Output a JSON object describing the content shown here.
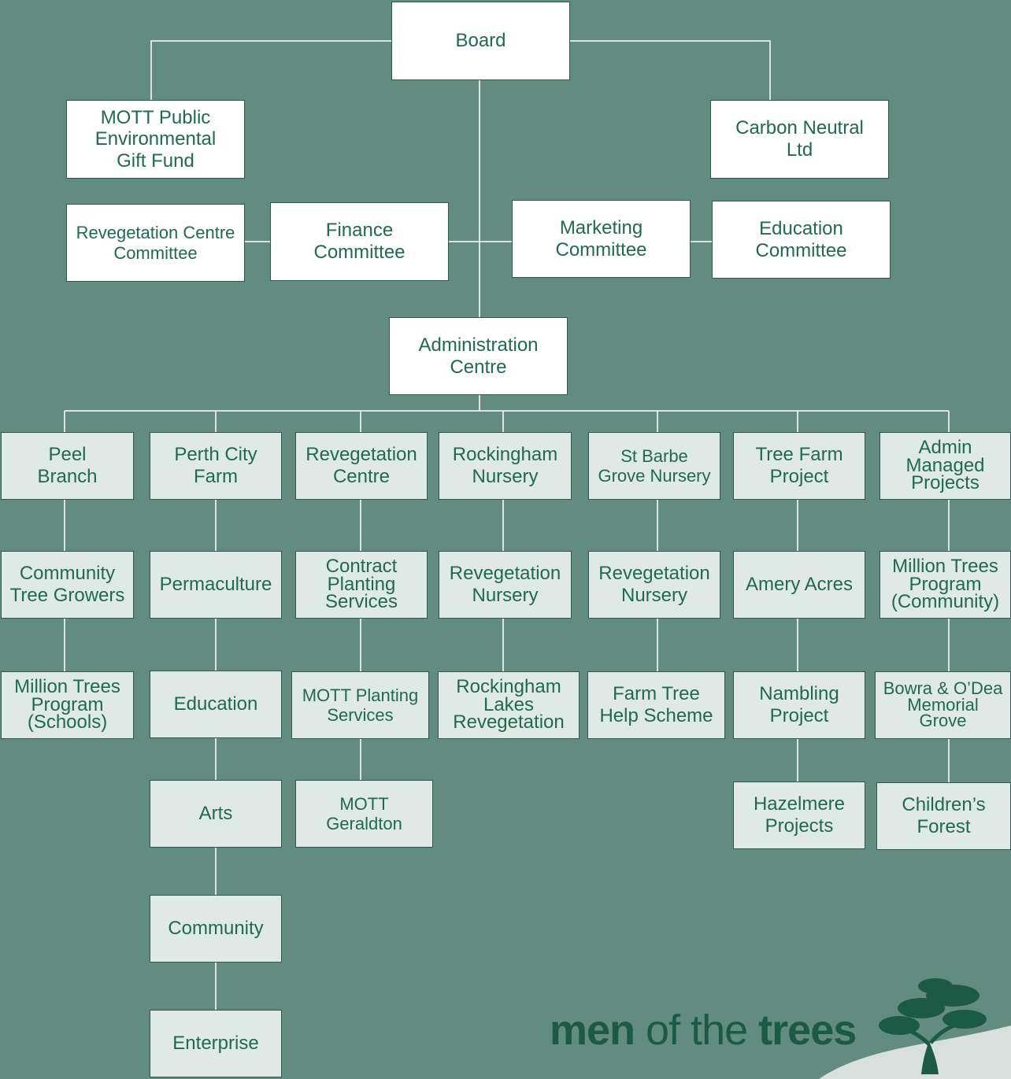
{
  "nodes": {
    "board": "Board",
    "gift_fund": "MOTT Public\nEnvironmental\nGift Fund",
    "carbon": "Carbon Neutral\nLtd",
    "reveg_committee": "Revegetation Centre\nCommittee",
    "finance": "Finance\nCommittee",
    "marketing": "Marketing\nCommittee",
    "education_committee": "Education\nCommittee",
    "admin_centre": "Administration\nCentre",
    "peel": "Peel\nBranch",
    "perth_city": "Perth City\nFarm",
    "reveg_centre": "Revegetation\nCentre",
    "rockingham": "Rockingham\nNursery",
    "st_barbe": "St Barbe\nGrove Nursery",
    "tree_farm": "Tree Farm\nProject",
    "admin_managed": "Admin\nManaged\nProjects",
    "community_tree": "Community\nTree Growers",
    "permaculture": "Permaculture",
    "contract_planting": "Contract\nPlanting\nServices",
    "reveg_nursery_1": "Revegetation\nNursery",
    "reveg_nursery_2": "Revegetation\nNursery",
    "amery": "Amery Acres",
    "million_comm": "Million Trees\nProgram\n(Community)",
    "million_schools": "Million Trees\nProgram\n(Schools)",
    "education": "Education",
    "mott_planting": "MOTT Planting\nServices",
    "rock_lakes": "Rockingham\nLakes\nRevegetation",
    "farm_tree": "Farm Tree\nHelp Scheme",
    "nambling": "Nambling\nProject",
    "bowra": "Bowra & O’Dea\nMemorial\nGrove",
    "arts": "Arts",
    "mott_geraldton": "MOTT\nGeraldton",
    "hazelmere": "Hazelmere\nProjects",
    "childrens": "Children’s\nForest",
    "community": "Community",
    "enterprise": "Enterprise"
  },
  "logo": {
    "word1": "men",
    "word2": " of the ",
    "word3": "trees"
  },
  "colors": {
    "background": "#638c80",
    "text": "#1f6b4e",
    "line": "#ffffff",
    "box_top": "#ffffff",
    "box_branch": "#dfe9e6"
  }
}
